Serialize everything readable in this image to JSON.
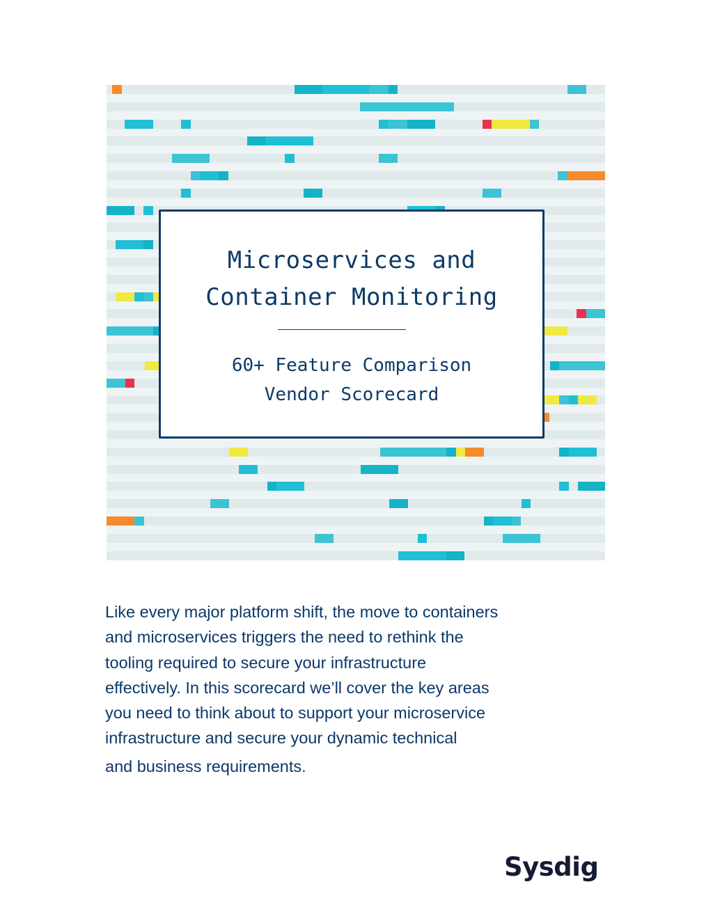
{
  "colors": {
    "navy": "#0d3a66",
    "teal": "#20bfd5",
    "teal_light": "#3cc3d4",
    "teal_dark": "#14b3c8",
    "yellow": "#f1e942",
    "orange": "#f78b2b",
    "red": "#ec3150",
    "stripe_dark": "#e1eaeb",
    "stripe_light": "#eef4f5",
    "logo": "#151b34"
  },
  "cover": {
    "title_line1": "Microservices and",
    "title_line2": "Container Monitoring",
    "subtitle_line1": "60+ Feature Comparison",
    "subtitle_line2": "Vendor Scorecard"
  },
  "stripes": {
    "row_pitch": 24.8,
    "rows": [
      [
        [
          8,
          14,
          "orange"
        ],
        [
          270,
          40,
          "teal_dark"
        ],
        [
          310,
          67,
          "teal"
        ],
        [
          377,
          28,
          "teal_light"
        ],
        [
          405,
          13,
          "teal_dark"
        ],
        [
          662,
          27,
          "teal_light"
        ]
      ],
      [
        [
          364,
          135,
          "teal_light"
        ]
      ],
      [
        [
          26,
          41,
          "teal"
        ],
        [
          107,
          14,
          "teal"
        ],
        [
          391,
          13,
          "teal"
        ],
        [
          404,
          28,
          "teal_light"
        ],
        [
          432,
          40,
          "teal_dark"
        ],
        [
          540,
          13,
          "red"
        ],
        [
          553,
          55,
          "yellow"
        ],
        [
          608,
          13,
          "teal_light"
        ]
      ],
      [
        [
          202,
          27,
          "teal_dark"
        ],
        [
          229,
          68,
          "teal"
        ]
      ],
      [
        [
          94,
          54,
          "teal_light"
        ],
        [
          256,
          14,
          "teal"
        ],
        [
          391,
          27,
          "teal_light"
        ]
      ],
      [
        [
          121,
          13,
          "teal_light"
        ],
        [
          134,
          27,
          "teal"
        ],
        [
          161,
          14,
          "teal_dark"
        ],
        [
          648,
          14,
          "teal_light"
        ],
        [
          662,
          54,
          "orange"
        ]
      ],
      [
        [
          107,
          14,
          "teal"
        ],
        [
          283,
          27,
          "teal_dark"
        ],
        [
          540,
          27,
          "teal_light"
        ]
      ],
      [
        [
          0,
          40,
          "teal_dark"
        ],
        [
          53,
          14,
          "teal"
        ],
        [
          432,
          40,
          "teal"
        ],
        [
          472,
          14,
          "teal_dark"
        ]
      ],
      [],
      [
        [
          13,
          40,
          "teal"
        ],
        [
          53,
          14,
          "teal_dark"
        ]
      ],
      [],
      [],
      [
        [
          13,
          27,
          "yellow"
        ],
        [
          40,
          13,
          "teal"
        ],
        [
          53,
          14,
          "teal_light"
        ],
        [
          67,
          8,
          "yellow"
        ]
      ],
      [
        [
          675,
          14,
          "red"
        ],
        [
          689,
          27,
          "teal_light"
        ]
      ],
      [
        [
          0,
          67,
          "teal_light"
        ],
        [
          67,
          8,
          "teal_dark"
        ],
        [
          629,
          33,
          "yellow"
        ]
      ],
      [],
      [
        [
          55,
          20,
          "yellow"
        ],
        [
          637,
          13,
          "teal_dark"
        ],
        [
          650,
          66,
          "teal_light"
        ]
      ],
      [
        [
          0,
          27,
          "teal_light"
        ],
        [
          27,
          13,
          "red"
        ]
      ],
      [
        [
          629,
          21,
          "yellow"
        ],
        [
          650,
          14,
          "teal_light"
        ],
        [
          664,
          13,
          "teal"
        ],
        [
          677,
          27,
          "yellow"
        ]
      ],
      [
        [
          629,
          7,
          "orange"
        ]
      ],
      [],
      [
        [
          176,
          27,
          "yellow"
        ],
        [
          393,
          95,
          "teal_light"
        ],
        [
          488,
          14,
          "teal_dark"
        ],
        [
          502,
          13,
          "yellow"
        ],
        [
          515,
          27,
          "orange"
        ],
        [
          650,
          14,
          "teal_dark"
        ],
        [
          664,
          40,
          "teal"
        ]
      ],
      [
        [
          190,
          27,
          "teal"
        ],
        [
          365,
          54,
          "teal_dark"
        ]
      ],
      [
        [
          231,
          13,
          "teal_dark"
        ],
        [
          244,
          40,
          "teal"
        ],
        [
          650,
          14,
          "teal"
        ],
        [
          677,
          39,
          "teal_dark"
        ]
      ],
      [
        [
          149,
          27,
          "teal_light"
        ],
        [
          406,
          27,
          "teal_dark"
        ],
        [
          596,
          13,
          "teal"
        ]
      ],
      [
        [
          0,
          40,
          "orange"
        ],
        [
          40,
          14,
          "teal_light"
        ],
        [
          542,
          13,
          "teal_dark"
        ],
        [
          555,
          27,
          "teal"
        ],
        [
          582,
          13,
          "teal_light"
        ]
      ],
      [
        [
          299,
          27,
          "teal_light"
        ],
        [
          447,
          13,
          "teal"
        ],
        [
          569,
          54,
          "teal_light"
        ]
      ],
      [
        [
          419,
          69,
          "teal"
        ],
        [
          488,
          26,
          "teal_dark"
        ]
      ]
    ]
  },
  "body": {
    "lines": [
      "Like every major platform shift, the move to containers",
      "and microservices triggers the need to rethink the",
      "tooling required to secure your infrastructure",
      "effectively. In this scorecard we’ll cover the key areas",
      "you need to think about to support your microservice",
      "infrastructure and secure your dynamic technical",
      "and business requirements."
    ]
  },
  "logo": {
    "text": "Sysdig"
  }
}
